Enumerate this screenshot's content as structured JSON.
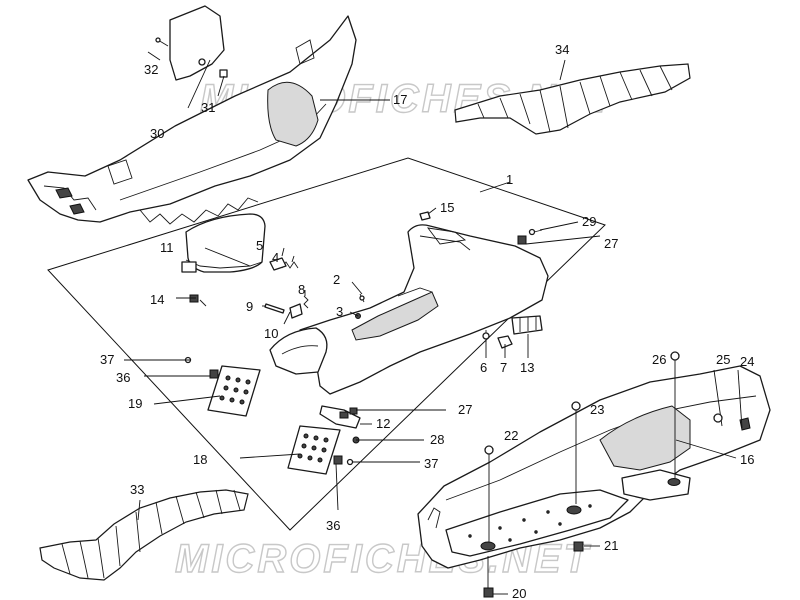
{
  "watermark": "MICROFICHES.NET",
  "callouts": {
    "n1": "1",
    "n2": "2",
    "n3": "3",
    "n4": "4",
    "n5": "5",
    "n6": "6",
    "n7": "7",
    "n8": "8",
    "n9": "9",
    "n10": "10",
    "n11": "11",
    "n12": "12",
    "n13": "13",
    "n14": "14",
    "n15": "15",
    "n16": "16",
    "n17": "17",
    "n18": "18",
    "n19": "19",
    "n20": "20",
    "n21": "21",
    "n22": "22",
    "n23": "23",
    "n24": "24",
    "n25": "25",
    "n26": "26",
    "n27a": "27",
    "n27b": "27",
    "n28": "28",
    "n29": "29",
    "n30": "30",
    "n31": "31",
    "n32": "32",
    "n33": "33",
    "n34": "34",
    "n36a": "36",
    "n36b": "36",
    "n37a": "37",
    "n37b": "37"
  }
}
